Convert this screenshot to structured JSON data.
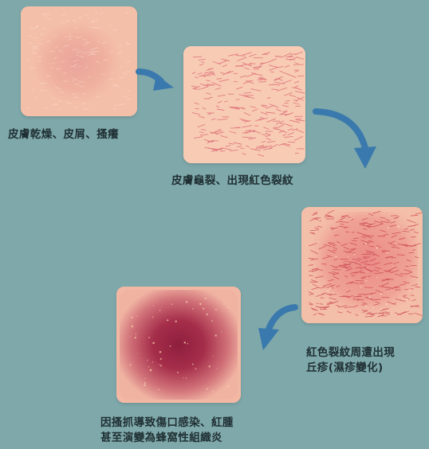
{
  "background_color": "#7fa8aa",
  "arrow_color": "#3a79ad",
  "stages": [
    {
      "id": "stage-1",
      "caption_lines": [
        "皮膚乾燥、皮屑、搔癢"
      ]
    },
    {
      "id": "stage-2",
      "caption_lines": [
        "皮膚龜裂、出現紅色裂紋"
      ]
    },
    {
      "id": "stage-3",
      "caption_lines": [
        "紅色裂紋周遭出現",
        "丘疹(濕疹變化)"
      ]
    },
    {
      "id": "stage-4",
      "caption_lines": [
        "因搔抓導致傷口感染、紅腫",
        "甚至演變為蜂窩性組織炎"
      ]
    }
  ],
  "arrows": [
    "arrow-icon",
    "arrow-icon",
    "arrow-icon"
  ]
}
